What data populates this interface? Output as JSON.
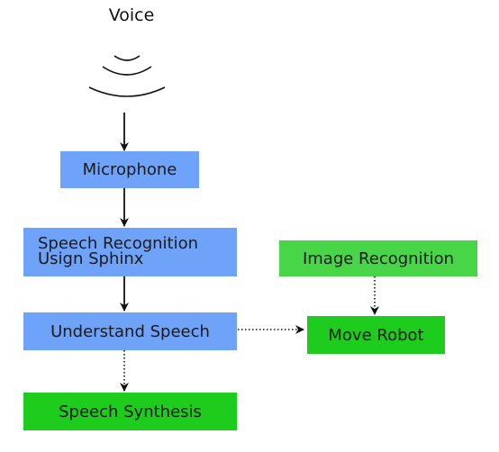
{
  "colors": {
    "blue": "#6fa3f9",
    "green_dark": "#1dcc1d",
    "green_light": "#48d548",
    "edge": "#111111"
  },
  "voice": {
    "label": "Voice",
    "icon": "sound-waves-icon"
  },
  "nodes": {
    "microphone": {
      "label": "Microphone"
    },
    "speech_recognition": {
      "line1": "Speech Recognition",
      "line2": "Usign Sphinx"
    },
    "understand_speech": {
      "label": "Understand Speech"
    },
    "speech_synthesis": {
      "label": "Speech Synthesis"
    },
    "image_recognition": {
      "label": "Image Recognition"
    },
    "move_robot": {
      "label": "Move Robot"
    }
  },
  "edges": [
    {
      "from": "voice",
      "to": "microphone",
      "style": "solid"
    },
    {
      "from": "microphone",
      "to": "speech_recognition",
      "style": "solid"
    },
    {
      "from": "speech_recognition",
      "to": "understand_speech",
      "style": "solid"
    },
    {
      "from": "understand_speech",
      "to": "speech_synthesis",
      "style": "dotted"
    },
    {
      "from": "understand_speech",
      "to": "move_robot",
      "style": "dotted"
    },
    {
      "from": "image_recognition",
      "to": "move_robot",
      "style": "dotted"
    }
  ]
}
